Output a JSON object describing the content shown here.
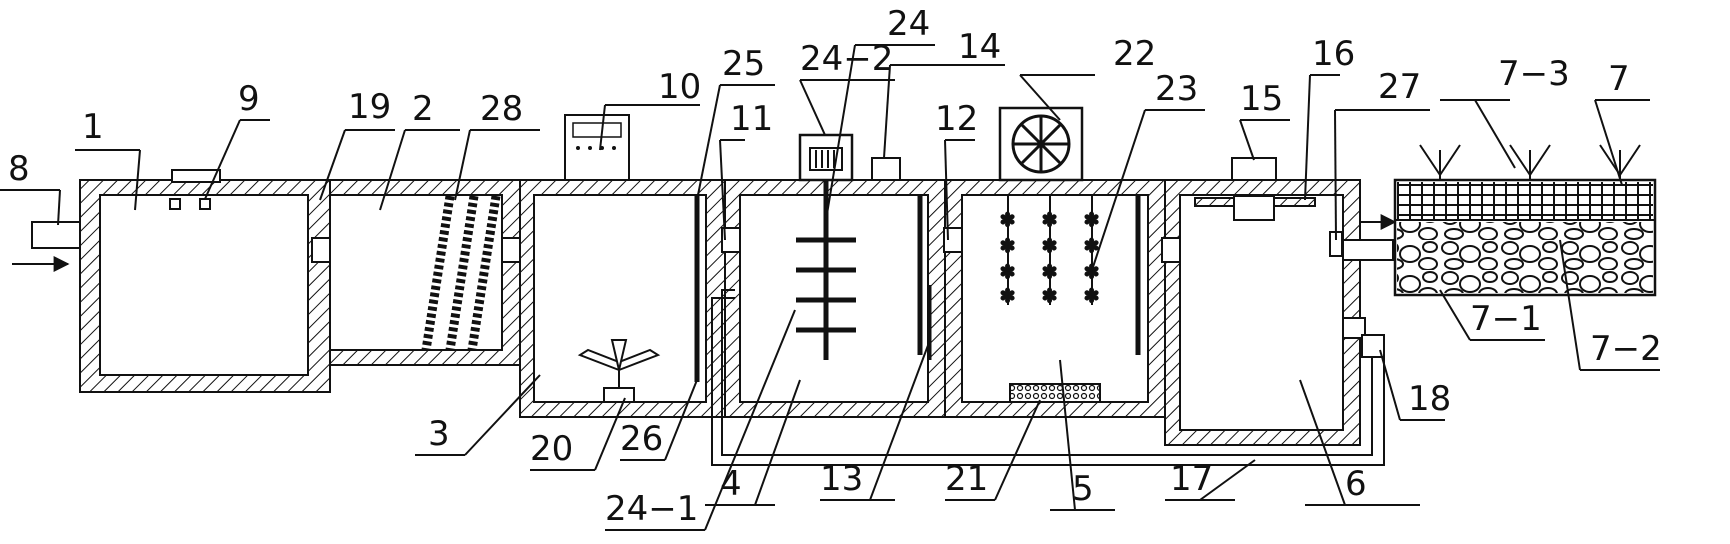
{
  "labels": {
    "n1": "1",
    "n2": "2",
    "n3": "3",
    "n4": "4",
    "n5": "5",
    "n6": "6",
    "n7": "7",
    "n7_1": "7−1",
    "n7_2": "7−2",
    "n7_3": "7−3",
    "n8": "8",
    "n9": "9",
    "n10": "10",
    "n11": "11",
    "n12": "12",
    "n13": "13",
    "n14": "14",
    "n15": "15",
    "n16": "16",
    "n17": "17",
    "n18": "18",
    "n19": "19",
    "n20": "20",
    "n21": "21",
    "n22": "22",
    "n23": "23",
    "n24": "24",
    "n24_1": "24−1",
    "n24_2": "24−2",
    "n25": "25",
    "n26": "26",
    "n27": "27",
    "n28": "28"
  }
}
